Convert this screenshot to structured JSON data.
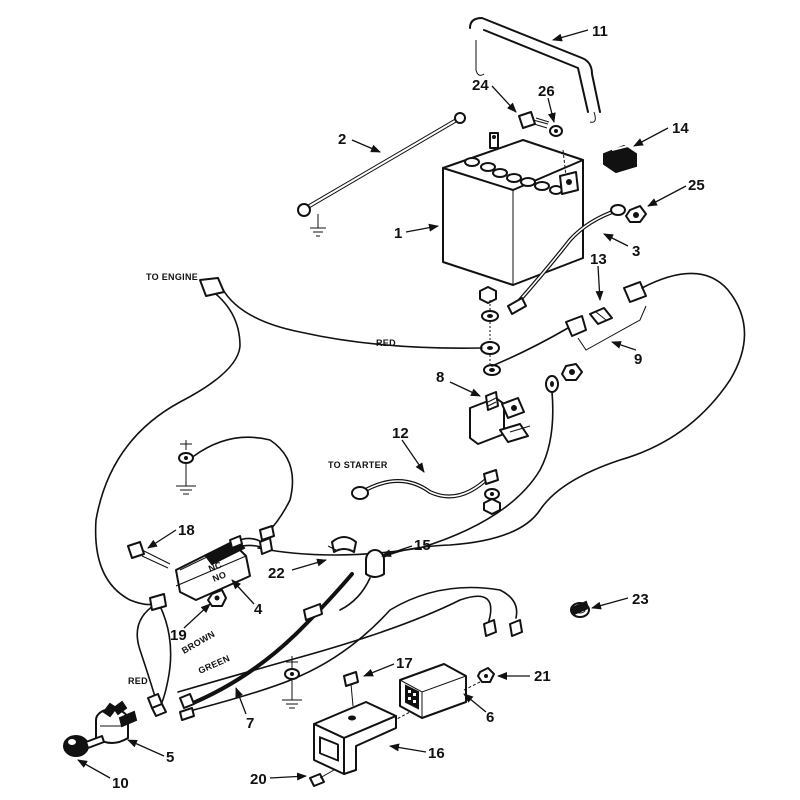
{
  "callouts": [
    {
      "id": "1",
      "text": "1"
    },
    {
      "id": "2",
      "text": "2"
    },
    {
      "id": "3",
      "text": "3"
    },
    {
      "id": "4",
      "text": "4"
    },
    {
      "id": "5",
      "text": "5"
    },
    {
      "id": "6",
      "text": "6"
    },
    {
      "id": "7",
      "text": "7"
    },
    {
      "id": "8",
      "text": "8"
    },
    {
      "id": "9",
      "text": "9"
    },
    {
      "id": "10",
      "text": "10"
    },
    {
      "id": "11",
      "text": "11"
    },
    {
      "id": "12",
      "text": "12"
    },
    {
      "id": "13",
      "text": "13"
    },
    {
      "id": "14",
      "text": "14"
    },
    {
      "id": "15",
      "text": "15"
    },
    {
      "id": "16",
      "text": "16"
    },
    {
      "id": "17",
      "text": "17"
    },
    {
      "id": "18",
      "text": "18"
    },
    {
      "id": "19",
      "text": "19"
    },
    {
      "id": "20",
      "text": "20"
    },
    {
      "id": "21",
      "text": "21"
    },
    {
      "id": "22",
      "text": "22"
    },
    {
      "id": "23",
      "text": "23"
    },
    {
      "id": "24",
      "text": "24"
    },
    {
      "id": "25",
      "text": "25"
    },
    {
      "id": "26",
      "text": "26"
    }
  ],
  "labels": {
    "to_engine": "TO ENGINE",
    "to_starter": "TO STARTER",
    "red_top": "RED",
    "red_bottom": "RED",
    "brown": "BROWN",
    "green": "GREEN",
    "nc": "NC",
    "no": "NO"
  }
}
